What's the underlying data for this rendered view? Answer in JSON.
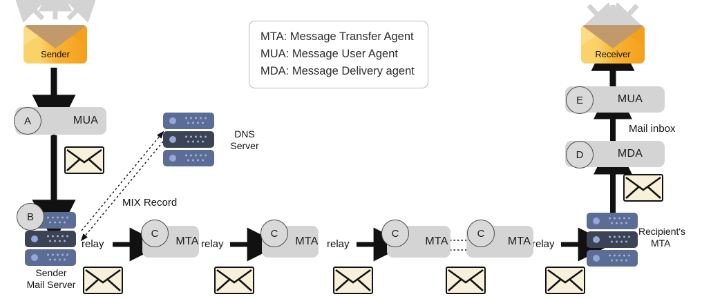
{
  "legend": {
    "lines": [
      "MTA: Message Transfer Agent",
      "MUA: Message User Agent",
      "MDA: Message Delivery agent"
    ]
  },
  "sender": {
    "envelope_label": "Sender",
    "mua": {
      "badge": "A",
      "label": "MUA"
    },
    "mail_server": {
      "badge": "B",
      "caption_line1": "Sender",
      "caption_line2": "Mail Server"
    }
  },
  "dns": {
    "caption_line1": "DNS",
    "caption_line2": "Server",
    "record_label": "MIX Record"
  },
  "relay_chain": {
    "relay_label": "relay",
    "nodes": [
      {
        "badge": "C",
        "label": "MTA"
      },
      {
        "badge": "C",
        "label": "MTA"
      },
      {
        "badge": "C",
        "label": "MTA"
      },
      {
        "badge": "C",
        "label": "MTA"
      }
    ],
    "relays": [
      "relay",
      "relay",
      "relay",
      "relay"
    ]
  },
  "recipient": {
    "mta_caption_line1": "Recipient's",
    "mta_caption_line2": "MTA",
    "mda": {
      "badge": "D",
      "label": "MDA"
    },
    "mua": {
      "badge": "E",
      "label": "MUA"
    },
    "mail_inbox_label": "Mail inbox",
    "envelope_label": "Receiver"
  },
  "colors": {
    "box_grey": "#d4d4d4",
    "server_light": "#5b6c95",
    "server_dark": "#3b4354",
    "envelope_orange": "#f5a01c",
    "envelope_yellow": "#fbd268",
    "envelope_flap": "#c2996a",
    "small_envelope": "#f7f0da",
    "arrow_black": "#111111",
    "arrow_grey": "#d3d3d3"
  }
}
